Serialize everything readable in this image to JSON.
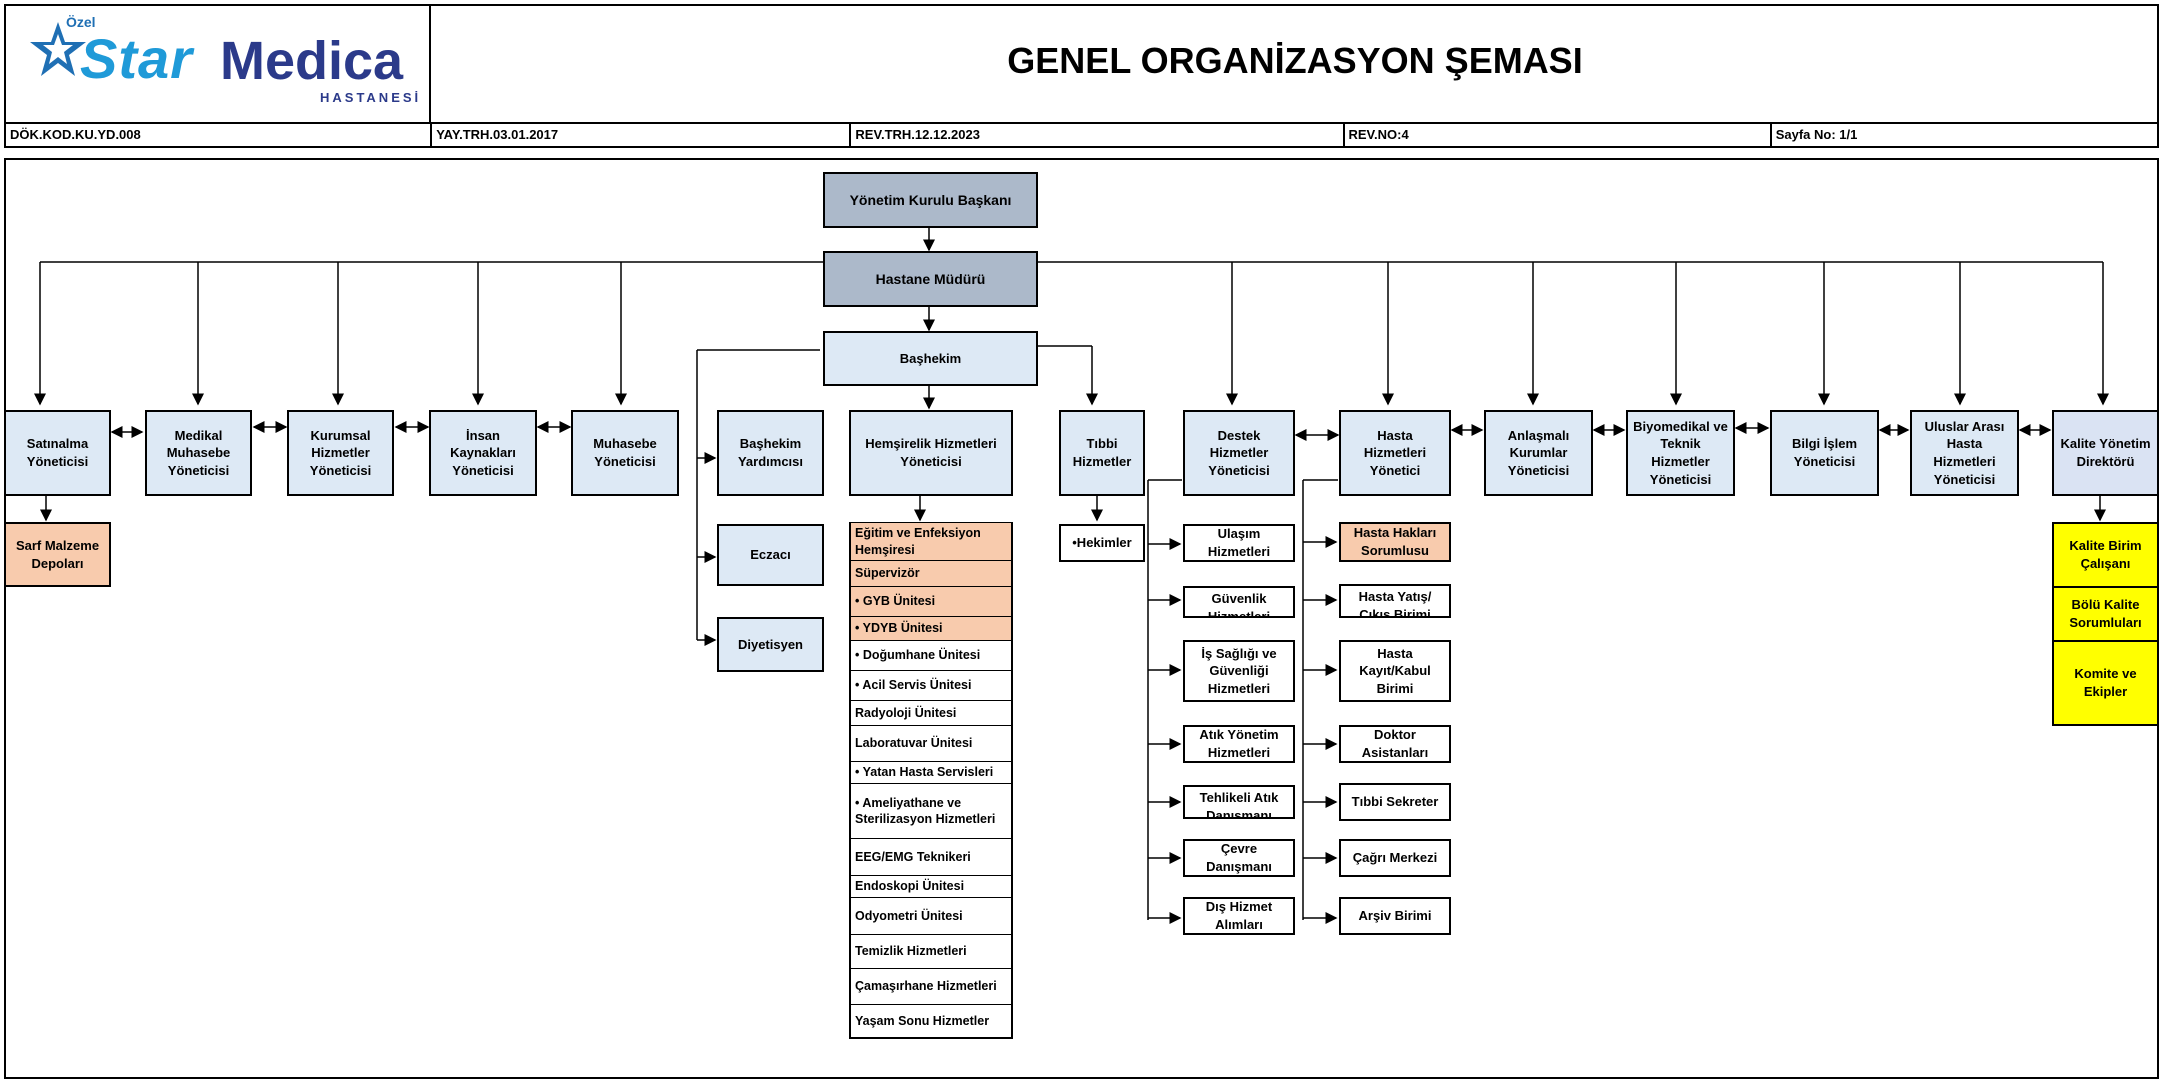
{
  "header": {
    "title": "GENEL ORGANİZASYON ŞEMASI",
    "logo": {
      "ozel": "Özel",
      "star": "Star",
      "medica": "Medica",
      "hastanesi": "HASTANESİ"
    },
    "meta": [
      "DÖK.KOD.KU.YD.008",
      "YAY.TRH.03.01.2017",
      "REV.TRH.12.12.2023",
      "REV.NO:4",
      "Sayfa No: 1/1"
    ]
  },
  "top": {
    "board": "Yönetim Kurulu Başkanı",
    "director": "Hastane Müdürü",
    "chief": "Başhekim"
  },
  "managers": {
    "satinalma": "Satınalma Yöneticisi",
    "medikal": "Medikal Muhasebe Yöneticisi",
    "kurumsal": "Kurumsal Hizmetler Yöneticisi",
    "insan": "İnsan Kaynakları Yöneticisi",
    "muhasebe": "Muhasebe Yöneticisi",
    "destek": "Destek Hizmetler Yöneticisi",
    "hasta": "Hasta Hizmetleri Yönetici",
    "anlasmali": "Anlaşmalı Kurumlar Yöneticisi",
    "biyomedikal": "Biyomedikal ve Teknik Hizmetler Yöneticisi",
    "bilgi": "Bilgi İşlem Yöneticisi",
    "uluslar": "Uluslar Arası Hasta Hizmetleri Yöneticisi",
    "kalite": "Kalite Yönetim Direktörü"
  },
  "satinalma_sub": "Sarf Malzeme Depoları",
  "chief_sub": {
    "yardimci": "Başhekim Yardımcısı",
    "eczaci": "Eczacı",
    "diyetisyen": "Diyetisyen",
    "hemsirelik": "Hemşirelik Hizmetleri Yöneticisi",
    "tibbi": "Tıbbi Hizmetler",
    "hekimler": "•Hekimler"
  },
  "nursing_units": [
    "Eğitim ve Enfeksiyon Hemşiresi",
    "Süpervizör",
    "• GYB Ünitesi",
    "• YDYB Ünitesi",
    "• Doğumhane Ünitesi",
    "• Acil Servis Ünitesi",
    "Radyoloji Ünitesi",
    "Laboratuvar Ünitesi",
    "• Yatan Hasta Servisleri",
    "• Ameliyathane ve Sterilizasyon Hizmetleri",
    "EEG/EMG Teknikeri",
    "Endoskopi Ünitesi",
    "Odyometri Ünitesi",
    "Temizlik Hizmetleri",
    "Çamaşırhane Hizmetleri",
    "Yaşam Sonu Hizmetler"
  ],
  "support_units": [
    "Ulaşım Hizmetleri",
    "Güvenlik Hizmetleri",
    "İş Sağlığı ve Güvenliği Hizmetleri",
    "Atık Yönetim Hizmetleri",
    "Tehlikeli Atık Danışmanı",
    "Çevre Danışmanı",
    "Dış Hizmet Alımları"
  ],
  "patient_units": [
    "Hasta Hakları Sorumlusu",
    "Hasta Yatış/ Çıkış Birimi",
    "Hasta Kayıt/Kabul Birimi",
    "Doktor Asistanları",
    "Tıbbi Sekreter",
    "Çağrı Merkezi",
    "Arşiv Birimi"
  ],
  "quality_units": [
    "Kalite Birim Çalışanı",
    "Bölü Kalite Sorumluları",
    "Komite ve Ekipler"
  ],
  "colors": {
    "node_blue": "#dde9f5",
    "node_gray": "#acb9ca",
    "peach": "#f8cbad",
    "yellow": "#ffff00",
    "logo_blue": "#1f6fb4",
    "logo_navy": "#2b3a8a"
  }
}
